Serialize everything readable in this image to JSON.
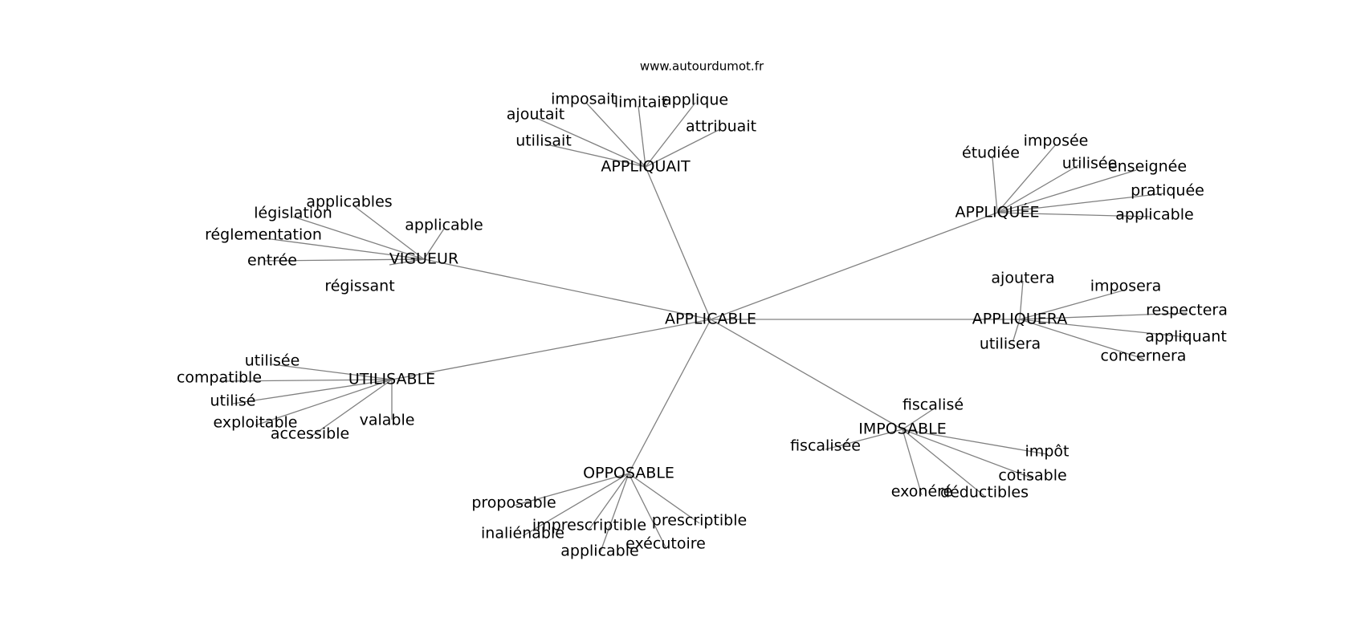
{
  "watermark": "www.autourdumot.fr",
  "edge_color": "#808080",
  "text_color": "#000000",
  "center": {
    "id": "applicable",
    "label": "APPLICABLE"
  },
  "hubs": [
    {
      "id": "appliquait",
      "label": "APPLIQUAIT",
      "leaves": [
        "imposait",
        "limitait",
        "applique",
        "ajoutait",
        "attribuait",
        "utilisait"
      ]
    },
    {
      "id": "vigueur",
      "label": "VIGUEUR",
      "leaves": [
        "applicables",
        "législation",
        "applicable",
        "réglementation",
        "entrée",
        "régissant"
      ]
    },
    {
      "id": "appliquee",
      "label": "APPLIQUÉE",
      "leaves": [
        "étudiée",
        "imposée",
        "utilisée",
        "enseignée",
        "pratiquée",
        "applicable"
      ]
    },
    {
      "id": "appliquera",
      "label": "APPLIQUERA",
      "leaves": [
        "ajoutera",
        "imposera",
        "respectera",
        "appliquant",
        "utilisera",
        "concernera"
      ]
    },
    {
      "id": "utilisable",
      "label": "UTILISABLE",
      "leaves": [
        "utilisée",
        "compatible",
        "utilisé",
        "exploitable",
        "accessible",
        "valable"
      ]
    },
    {
      "id": "imposable",
      "label": "IMPOSABLE",
      "leaves": [
        "fiscalisé",
        "fiscalisée",
        "impôt",
        "cotisable",
        "exonéré",
        "déductibles"
      ]
    },
    {
      "id": "opposable",
      "label": "OPPOSABLE",
      "leaves": [
        "proposable",
        "imprescriptible",
        "prescriptible",
        "inaliénable",
        "applicable",
        "exécutoire"
      ]
    }
  ]
}
